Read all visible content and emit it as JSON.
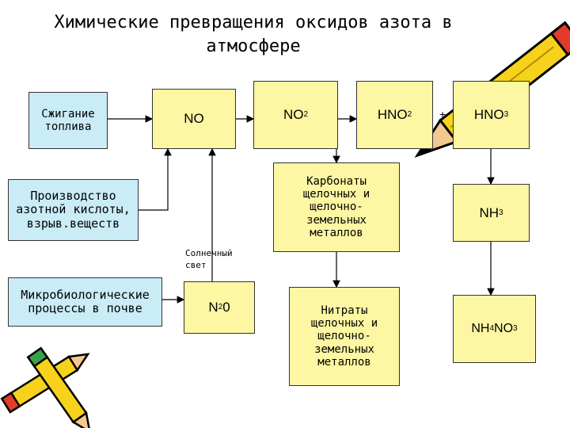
{
  "title": "Химические превращения оксидов азота в атмосфере",
  "sources": {
    "combustion": "Сжигание топлива",
    "nitric_acid_production": "Производство азотной кислоты, взрыв.веществ",
    "microbial": "Микробиологические процессы в почве"
  },
  "compounds": {
    "no": "NO",
    "no2": {
      "base": "NO",
      "sub": "2"
    },
    "hno2": {
      "base": "HNO",
      "sub": "2"
    },
    "hno3": {
      "base": "HNO",
      "sub": "3"
    },
    "nh3": {
      "base": "NH",
      "sub": "3"
    },
    "n2o": {
      "a": "N",
      "sub": "2",
      "b": "0"
    },
    "nh4no3": {
      "a": "NH",
      "sub": "4",
      "b": "NO",
      "sub2": "3"
    }
  },
  "salts": {
    "carbonates": "Карбонаты щелочных и щелочно-земельных металлов",
    "nitrates": "Нитраты щелочных и щелочно-земельных металлов"
  },
  "labels": {
    "sunlight": "Солнечный свет",
    "plus": "+"
  },
  "colors": {
    "source_box": "#c9ecf7",
    "compound_box": "#fdf6a2"
  }
}
